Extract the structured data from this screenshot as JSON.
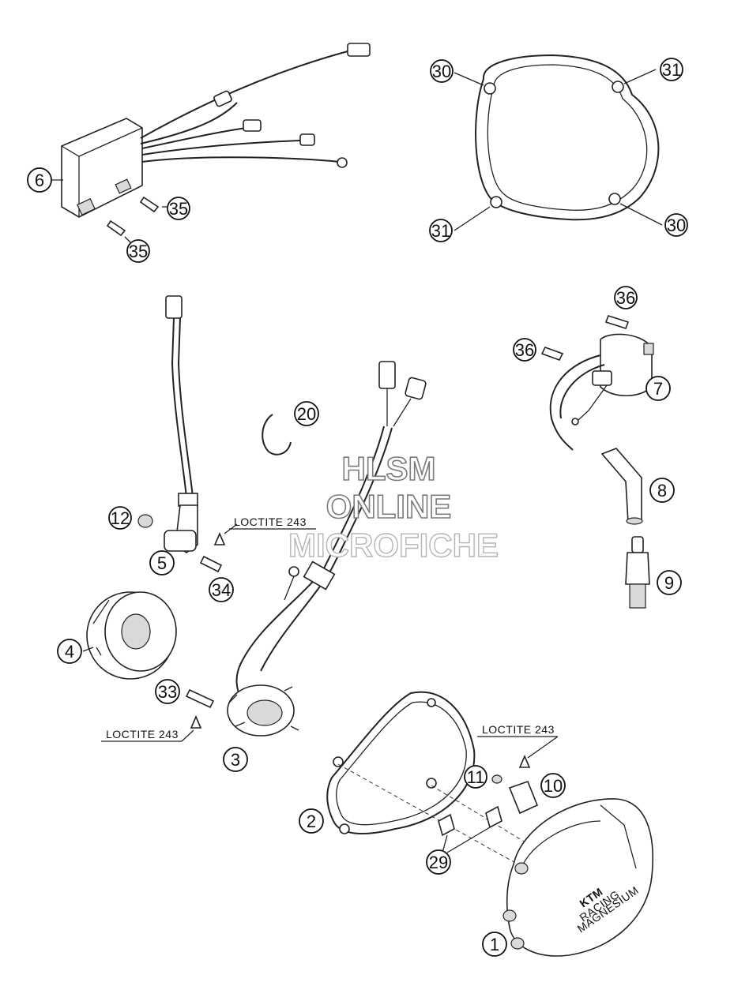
{
  "watermark": {
    "line1": "HLSM",
    "line2": "ONLINE",
    "line3": "MICROFICHE"
  },
  "loctite_labels": [
    "LOCTITE 243",
    "LOCTITE 243",
    "LOCTITE 243"
  ],
  "cover_logo_text": [
    "KTM",
    "RACING",
    "MAGNESIUM"
  ],
  "callouts": [
    "1",
    "2",
    "3",
    "4",
    "5",
    "6",
    "7",
    "8",
    "9",
    "10",
    "11",
    "12",
    "20",
    "29",
    "30",
    "30",
    "31",
    "31",
    "33",
    "34",
    "35",
    "35",
    "36",
    "36"
  ]
}
